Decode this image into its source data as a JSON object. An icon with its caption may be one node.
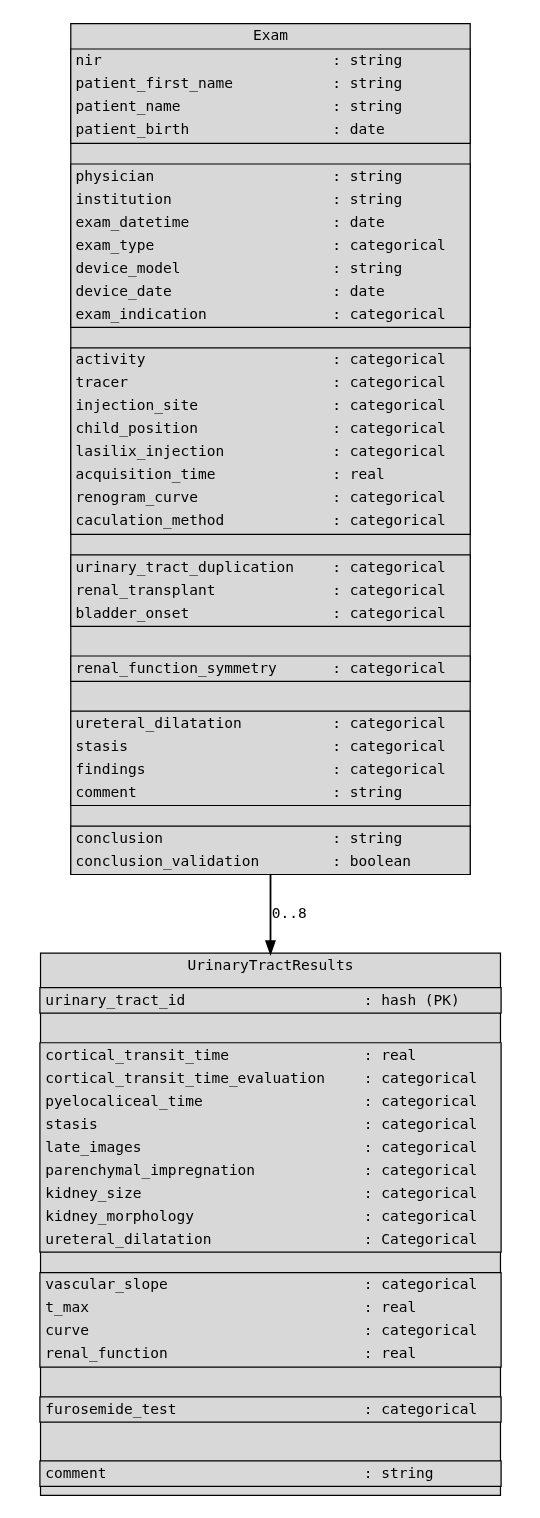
{
  "diagram": {
    "nodes": [
      {
        "text": [
          "Exam"
        ]
      },
      {
        "text": [
          "nir : string",
          "patient_first_name : string",
          "patient_name : string",
          "patient_birth : date"
        ],
        "in": 0
      },
      {
        "text": [
          "physician : string",
          "institution : string",
          "exam_datetime : date",
          "exam_type : categorical",
          "device_model : string",
          "device_date : date",
          "exam_indication : categorical"
        ],
        "in": 0
      },
      {
        "text": [
          "activity : categorical",
          "tracer : categorical",
          "injection_site : categorical",
          "child_position : categorical",
          "lasilix_injection : categorical",
          "acquisition_time : real",
          "renogram_curve : categorical",
          "caculation_method : categorical"
        ],
        "in": 0
      },
      {
        "text": [
          "urinary_tract_duplication : categorical",
          "renal_transplant : categorical",
          "bladder_onset : categorical"
        ],
        "in": 0
      },
      {
        "text": [
          "renal_function_symmetry : categorical"
        ],
        "in": 0
      },
      {
        "text": [
          "ureteral_dilatation : categorical",
          "stasis : categorical",
          "findings : categorical",
          "comment : string"
        ],
        "in": 0
      },
      {
        "text": [
          "conclusion : string",
          "conclusion_validation : boolean"
        ],
        "in": 0
      },
      {
        "text": [
          "UrinaryTractResults"
        ]
      },
      {
        "text": [
          "urinary_tract_id : hash (PK)"
        ],
        "in": 8
      },
      {
        "text": [
          "cortical_transit_time : real",
          "cortical_transit_time_evaluation : categorical",
          "pyelocaliceal_time : categorical",
          "stasis : categorical",
          "late_images : categorical",
          "parenchymal_impregnation : categorical",
          "kidney_size : categorical",
          "kidney_morphology : categorical",
          "ureteral_dilatation : Categorical"
        ],
        "in": 8
      },
      {
        "text": [
          "vascular_slope : categorical",
          "t_max : real",
          "curve : categorical",
          "renal_function : real"
        ],
        "in": 8
      },
      {
        "text": [
          "furosemide_test : categorical"
        ],
        "in": 8
      },
      {
        "text": [
          "comment : string"
        ],
        "in": 8
      }
    ],
    "edges": [
      {
        "from": 0,
        "to": 8,
        "arrow": "to",
        "label": "0..8"
      }
    ]
  }
}
